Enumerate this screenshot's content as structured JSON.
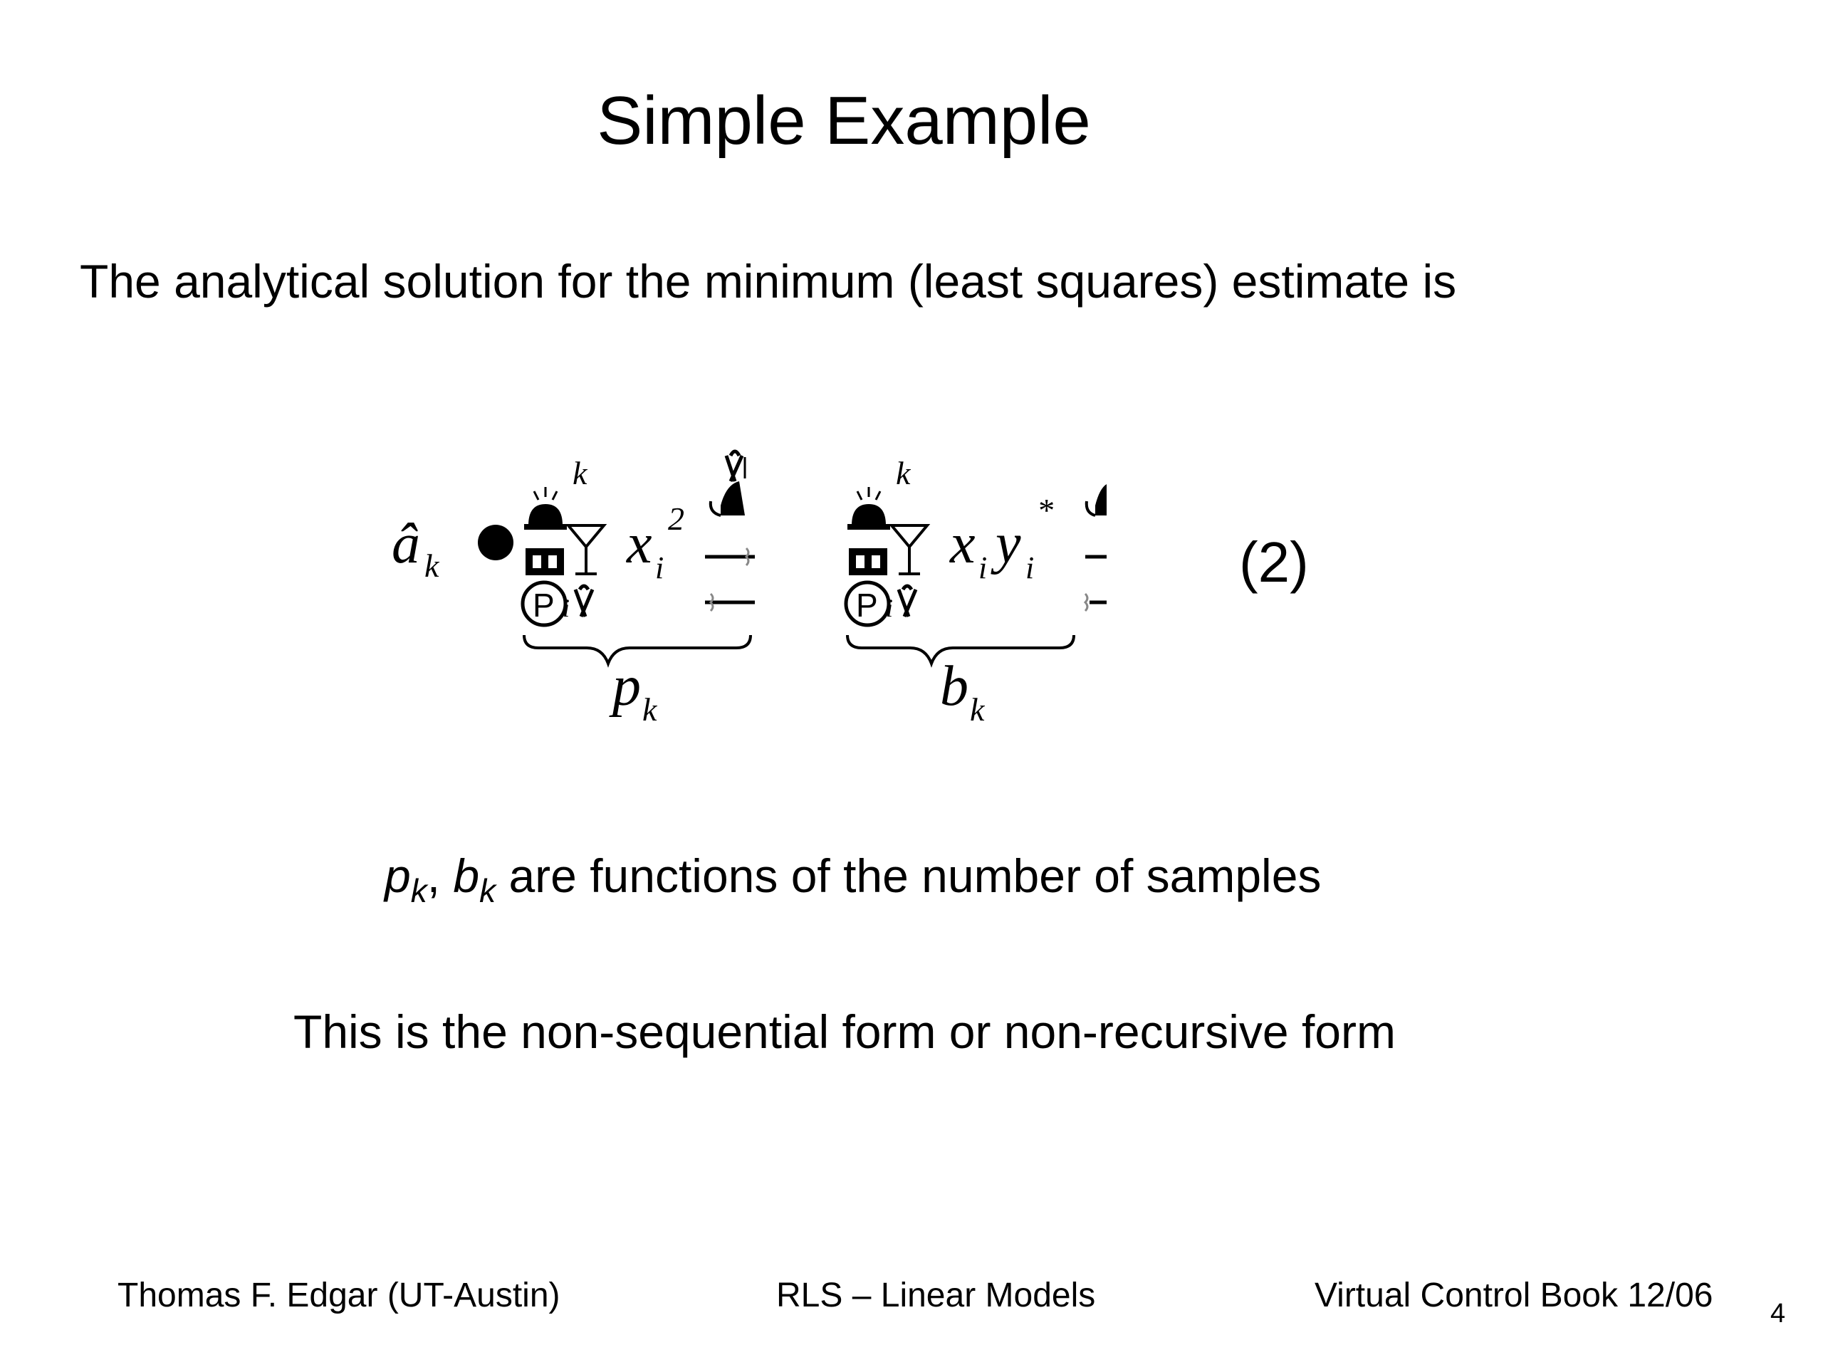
{
  "slide": {
    "title": "Simple Example",
    "intro": "The analytical solution for the minimum (least squares) estimate is",
    "equation": {
      "lhs": "â",
      "lhs_sub": "k",
      "sum_upper": "k",
      "sum_index": "i",
      "term1_var": "x",
      "term1_sub": "i",
      "term1_sup": "2",
      "term2_var1": "x",
      "term2_sub1": "i",
      "term2_var2": "y",
      "term2_sub2": "i",
      "term2_sup": "*",
      "brace1_label": "p",
      "brace1_sub": "k",
      "brace2_label": "b",
      "brace2_sub": "k",
      "number": "(2)"
    },
    "functions_line": {
      "p": "p",
      "p_sub": "k",
      "sep": ", ",
      "b": "b",
      "b_sub": "k",
      "text": " are functions of the number of samples"
    },
    "note": "This is the non-sequential form or non-recursive form"
  },
  "footer": {
    "left": "Thomas F. Edgar (UT-Austin)",
    "center": "RLS – Linear Models",
    "right": "Virtual Control Book 12/06",
    "page": "4"
  }
}
